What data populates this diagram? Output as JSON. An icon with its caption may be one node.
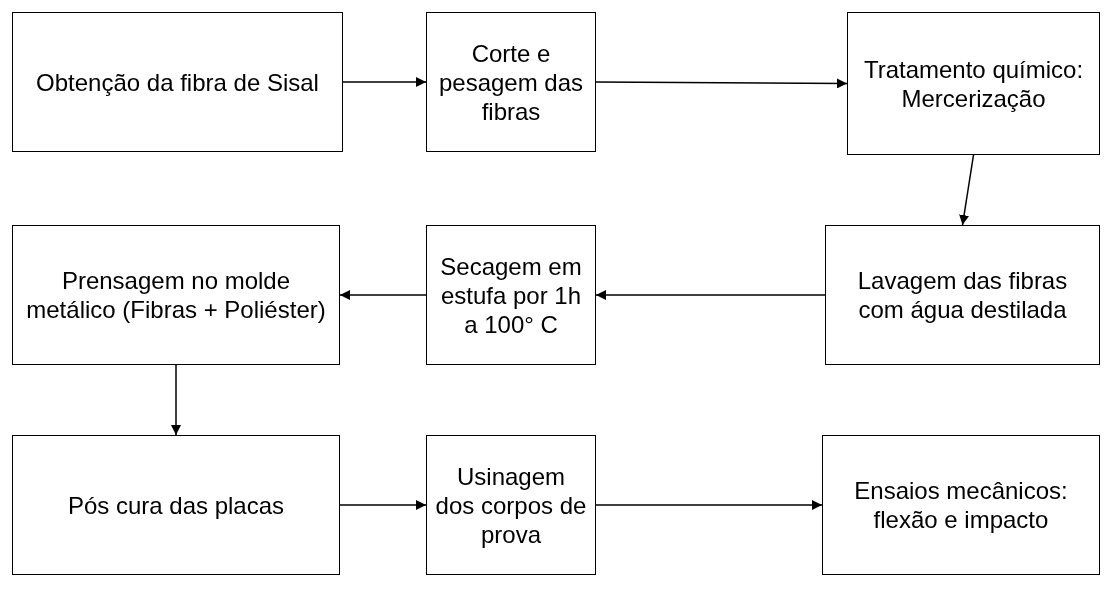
{
  "diagram": {
    "nodes": [
      {
        "text": [
          "Obtenção da fibra de Sisal"
        ]
      },
      {
        "text": [
          "Corte e pesagem das fibras"
        ]
      },
      {
        "text": [
          "Tratamento químico: Mercerização"
        ]
      },
      {
        "text": [
          "Prensagem no molde metálico (Fibras + Poliéster)"
        ]
      },
      {
        "text": [
          "Secagem em estufa por 1h a 100° C"
        ]
      },
      {
        "text": [
          "Lavagem das fibras com água destilada"
        ]
      },
      {
        "text": [
          "Pós cura das placas"
        ]
      },
      {
        "text": [
          "Usinagem dos corpos de prova"
        ]
      },
      {
        "text": [
          "Ensaios mecânicos: flexão e impacto"
        ]
      }
    ],
    "edges": [
      {
        "from": 0,
        "to": 1,
        "arrow": "to"
      },
      {
        "from": 1,
        "to": 2,
        "arrow": "to"
      },
      {
        "from": 2,
        "to": 5,
        "arrow": "to"
      },
      {
        "from": 5,
        "to": 4,
        "arrow": "to"
      },
      {
        "from": 4,
        "to": 3,
        "arrow": "to"
      },
      {
        "from": 3,
        "to": 6,
        "arrow": "to"
      },
      {
        "from": 6,
        "to": 7,
        "arrow": "to"
      },
      {
        "from": 7,
        "to": 8,
        "arrow": "to"
      }
    ]
  }
}
